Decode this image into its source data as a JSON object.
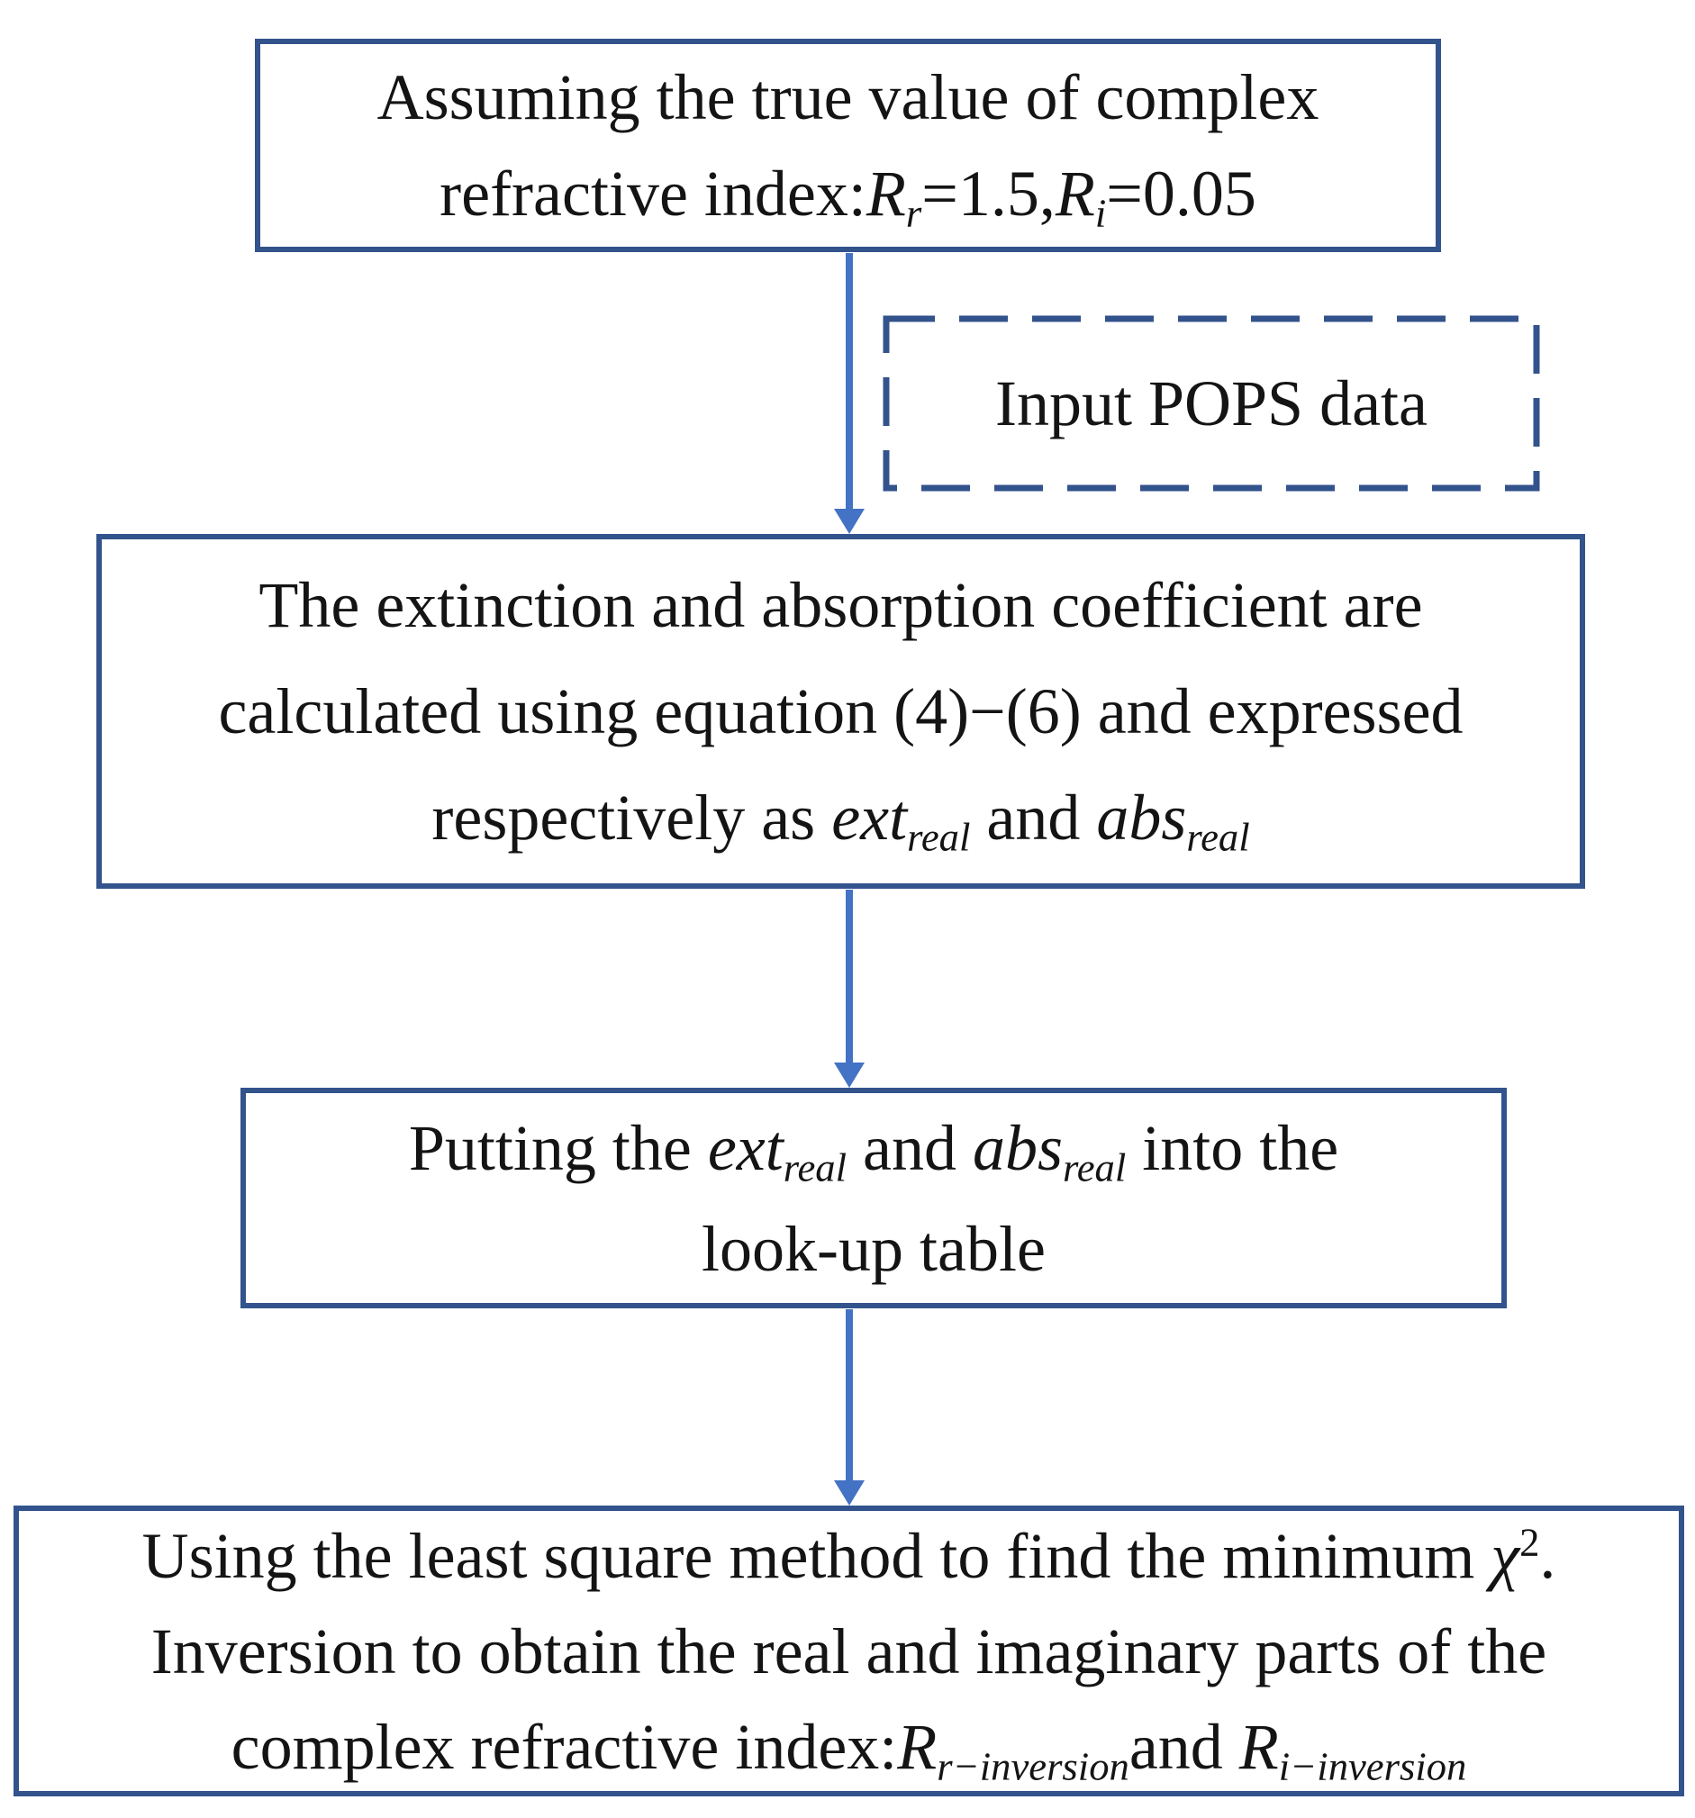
{
  "colors": {
    "border": "#33538C",
    "arrow": "#4472C4",
    "text": "#141414",
    "background": "#ffffff"
  },
  "flowchart": {
    "title": "POPS complex refractive index inversion flowchart",
    "boxes": {
      "assume": {
        "lines": [
          [
            {
              "t": "Assuming the true value of complex"
            }
          ],
          [
            {
              "t": "refractive index:"
            },
            {
              "t": "R",
              "i": true
            },
            {
              "t": "r",
              "i": true,
              "sub": true
            },
            {
              "t": "=1.5,"
            },
            {
              "t": "R",
              "i": true
            },
            {
              "t": "i",
              "i": true,
              "sub": true
            },
            {
              "t": "=0.05"
            }
          ]
        ]
      },
      "input_pops": {
        "lines": [
          [
            {
              "t": "Input POPS data"
            }
          ]
        ]
      },
      "calculate": {
        "lines": [
          [
            {
              "t": "The extinction and absorption coefficient are"
            }
          ],
          [
            {
              "t": "calculated using equation (4)−(6) and expressed"
            }
          ],
          [
            {
              "t": "respectively as "
            },
            {
              "t": "ext",
              "i": true
            },
            {
              "t": "real",
              "i": true,
              "sub": true
            },
            {
              "t": " and "
            },
            {
              "t": "abs",
              "i": true
            },
            {
              "t": "real",
              "i": true,
              "sub": true
            }
          ]
        ]
      },
      "lookup": {
        "lines": [
          [
            {
              "t": "Putting the "
            },
            {
              "t": "ext",
              "i": true
            },
            {
              "t": "real",
              "i": true,
              "sub": true
            },
            {
              "t": " and "
            },
            {
              "t": "abs",
              "i": true
            },
            {
              "t": "real",
              "i": true,
              "sub": true
            },
            {
              "t": " into the"
            }
          ],
          [
            {
              "t": "look-up table"
            }
          ]
        ]
      },
      "inversion": {
        "lines": [
          [
            {
              "t": "Using the least square method to find the minimum "
            },
            {
              "t": "χ",
              "i": true
            },
            {
              "t": "2",
              "sup": true
            },
            {
              "t": "."
            }
          ],
          [
            {
              "t": "Inversion to obtain the real and imaginary parts of the"
            }
          ],
          [
            {
              "t": "complex refractive index:"
            },
            {
              "t": "R",
              "i": true
            },
            {
              "t": "r−inversion",
              "i": true,
              "sub": true
            },
            {
              "t": "and "
            },
            {
              "t": "R",
              "i": true
            },
            {
              "t": "i−inversion",
              "i": true,
              "sub": true
            }
          ]
        ]
      }
    }
  }
}
